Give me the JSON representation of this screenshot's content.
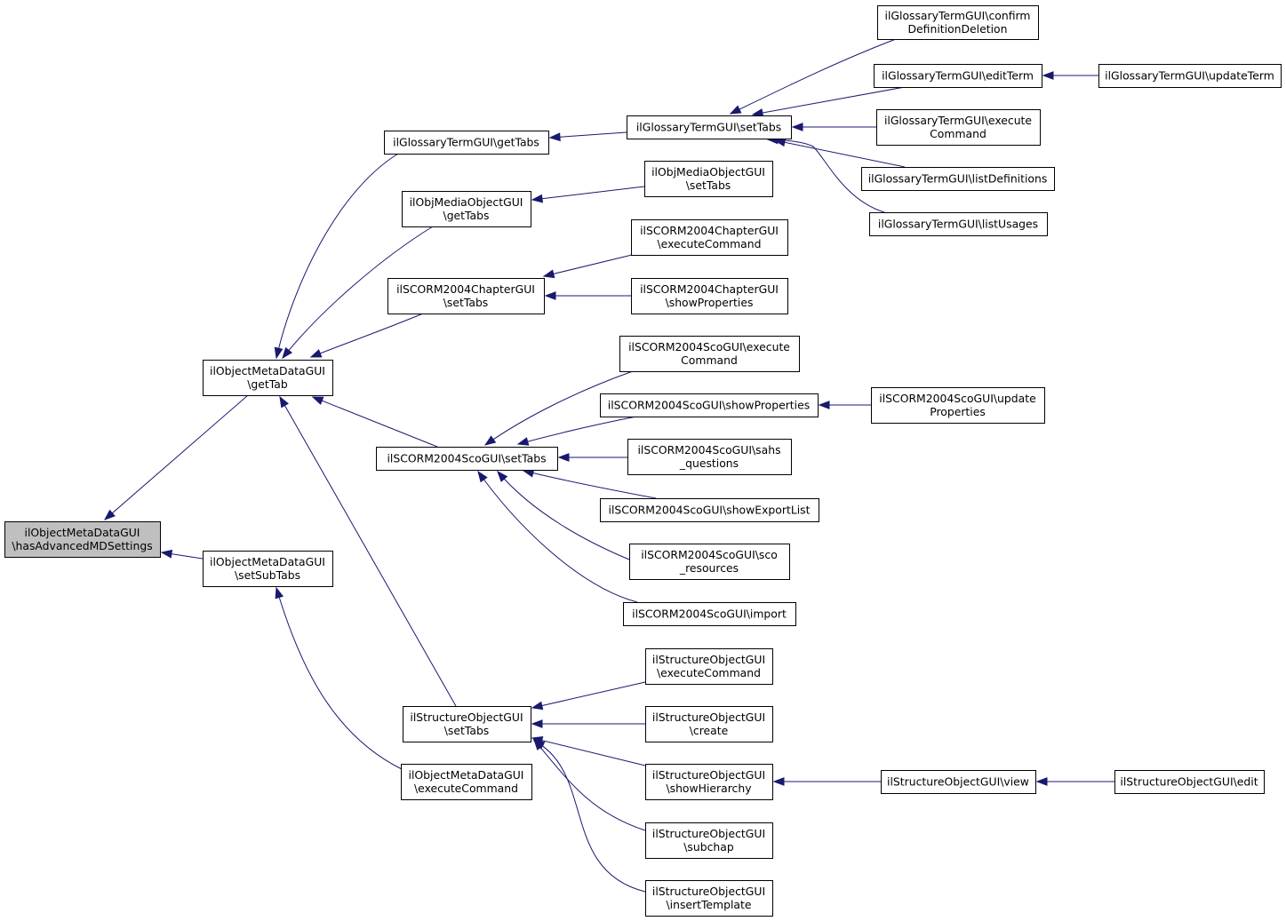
{
  "nodes": {
    "root": [
      "ilObjectMetaDataGUI",
      "\\hasAdvancedMDSettings"
    ],
    "getTab": [
      "ilObjectMetaDataGUI",
      "\\getTab"
    ],
    "setSubTabs": [
      "ilObjectMetaDataGUI",
      "\\setSubTabs"
    ],
    "glossaryGetTabs": [
      "ilGlossaryTermGUI\\getTabs"
    ],
    "mediaGetTabs": [
      "ilObjMediaObjectGUI",
      "\\getTabs"
    ],
    "chapterSetTabs": [
      "ilSCORM2004ChapterGUI",
      "\\setTabs"
    ],
    "scoSetTabs": [
      "ilSCORM2004ScoGUI\\setTabs"
    ],
    "structSetTabs": [
      "ilStructureObjectGUI",
      "\\setTabs"
    ],
    "metaExecuteCommand": [
      "ilObjectMetaDataGUI",
      "\\executeCommand"
    ],
    "glossarySetTabs": [
      "ilGlossaryTermGUI\\setTabs"
    ],
    "mediaSetTabs": [
      "ilObjMediaObjectGUI",
      "\\setTabs"
    ],
    "chapterExecuteCommand": [
      "ilSCORM2004ChapterGUI",
      "\\executeCommand"
    ],
    "chapterShowProperties": [
      "ilSCORM2004ChapterGUI",
      "\\showProperties"
    ],
    "scoExecuteCommand": [
      "ilSCORM2004ScoGUI\\execute",
      "Command"
    ],
    "scoShowProperties": [
      "ilSCORM2004ScoGUI\\showProperties"
    ],
    "scoSahsQuestions": [
      "ilSCORM2004ScoGUI\\sahs",
      "_questions"
    ],
    "scoShowExportList": [
      "ilSCORM2004ScoGUI\\showExportList"
    ],
    "scoScoResources": [
      "ilSCORM2004ScoGUI\\sco",
      "_resources"
    ],
    "scoImport": [
      "ilSCORM2004ScoGUI\\import"
    ],
    "structExecuteCommand": [
      "ilStructureObjectGUI",
      "\\executeCommand"
    ],
    "structCreate": [
      "ilStructureObjectGUI",
      "\\create"
    ],
    "structShowHierarchy": [
      "ilStructureObjectGUI",
      "\\showHierarchy"
    ],
    "structSubchap": [
      "ilStructureObjectGUI",
      "\\subchap"
    ],
    "structInsertTemplate": [
      "ilStructureObjectGUI",
      "\\insertTemplate"
    ],
    "glossaryConfirmDeletion": [
      "ilGlossaryTermGUI\\confirm",
      "DefinitionDeletion"
    ],
    "glossaryEditTerm": [
      "ilGlossaryTermGUI\\editTerm"
    ],
    "glossaryExecuteCommand": [
      "ilGlossaryTermGUI\\execute",
      "Command"
    ],
    "glossaryListDefinitions": [
      "ilGlossaryTermGUI\\listDefinitions"
    ],
    "glossaryListUsages": [
      "ilGlossaryTermGUI\\listUsages"
    ],
    "scoUpdateProperties": [
      "ilSCORM2004ScoGUI\\update",
      "Properties"
    ],
    "structView": [
      "ilStructureObjectGUI\\view"
    ],
    "glossaryUpdateTerm": [
      "ilGlossaryTermGUI\\updateTerm"
    ],
    "structEdit": [
      "ilStructureObjectGUI\\edit"
    ]
  },
  "edges": [
    [
      "getTab",
      "root"
    ],
    [
      "setSubTabs",
      "root"
    ],
    [
      "glossaryGetTabs",
      "getTab"
    ],
    [
      "mediaGetTabs",
      "getTab"
    ],
    [
      "chapterSetTabs",
      "getTab"
    ],
    [
      "scoSetTabs",
      "getTab"
    ],
    [
      "structSetTabs",
      "getTab"
    ],
    [
      "metaExecuteCommand",
      "setSubTabs"
    ],
    [
      "glossarySetTabs",
      "glossaryGetTabs"
    ],
    [
      "mediaSetTabs",
      "mediaGetTabs"
    ],
    [
      "chapterExecuteCommand",
      "chapterSetTabs"
    ],
    [
      "chapterShowProperties",
      "chapterSetTabs"
    ],
    [
      "scoExecuteCommand",
      "scoSetTabs"
    ],
    [
      "scoShowProperties",
      "scoSetTabs"
    ],
    [
      "scoSahsQuestions",
      "scoSetTabs"
    ],
    [
      "scoShowExportList",
      "scoSetTabs"
    ],
    [
      "scoScoResources",
      "scoSetTabs"
    ],
    [
      "scoImport",
      "scoSetTabs"
    ],
    [
      "structExecuteCommand",
      "structSetTabs"
    ],
    [
      "structCreate",
      "structSetTabs"
    ],
    [
      "structShowHierarchy",
      "structSetTabs"
    ],
    [
      "structSubchap",
      "structSetTabs"
    ],
    [
      "structInsertTemplate",
      "structSetTabs"
    ],
    [
      "glossaryConfirmDeletion",
      "glossarySetTabs"
    ],
    [
      "glossaryEditTerm",
      "glossarySetTabs"
    ],
    [
      "glossaryExecuteCommand",
      "glossarySetTabs"
    ],
    [
      "glossaryListDefinitions",
      "glossarySetTabs"
    ],
    [
      "glossaryListUsages",
      "glossarySetTabs"
    ],
    [
      "scoUpdateProperties",
      "scoShowProperties"
    ],
    [
      "structView",
      "structShowHierarchy"
    ],
    [
      "glossaryUpdateTerm",
      "glossaryEditTerm"
    ],
    [
      "structEdit",
      "structView"
    ]
  ],
  "colors": {
    "edge": "#191970",
    "node_border": "#000000",
    "node_fill": "#ffffff",
    "root_fill": "#bfbfbf"
  }
}
